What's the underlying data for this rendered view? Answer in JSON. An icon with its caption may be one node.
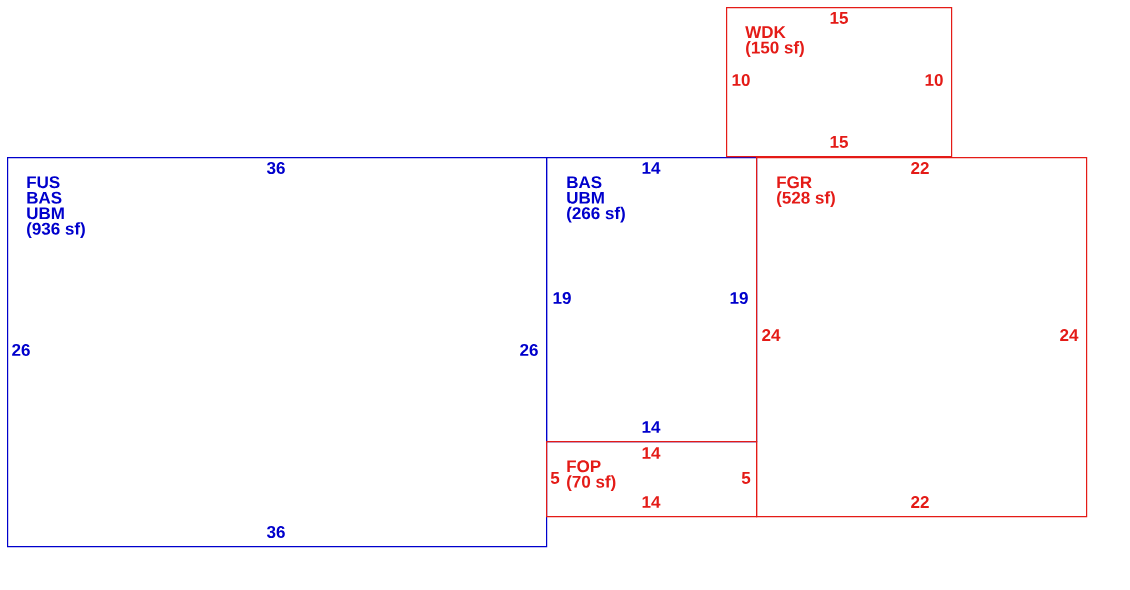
{
  "diagram": {
    "nodes": [
      {
        "text": [
          "FUS",
          "BAS",
          "UBM",
          "(936 sf)",
          "36",
          "26",
          "26",
          "36"
        ]
      },
      {
        "text": [
          "BAS",
          "UBM",
          "(266 sf)",
          "14",
          "19",
          "19",
          "14"
        ]
      },
      {
        "text": [
          "FOP",
          "(70 sf)",
          "14",
          "5",
          "5",
          "14"
        ]
      },
      {
        "text": [
          "FGR",
          "(528 sf)",
          "22",
          "24",
          "24",
          "22"
        ]
      },
      {
        "text": [
          "WDK",
          "(150 sf)",
          "15",
          "10",
          "10",
          "15"
        ]
      }
    ]
  }
}
